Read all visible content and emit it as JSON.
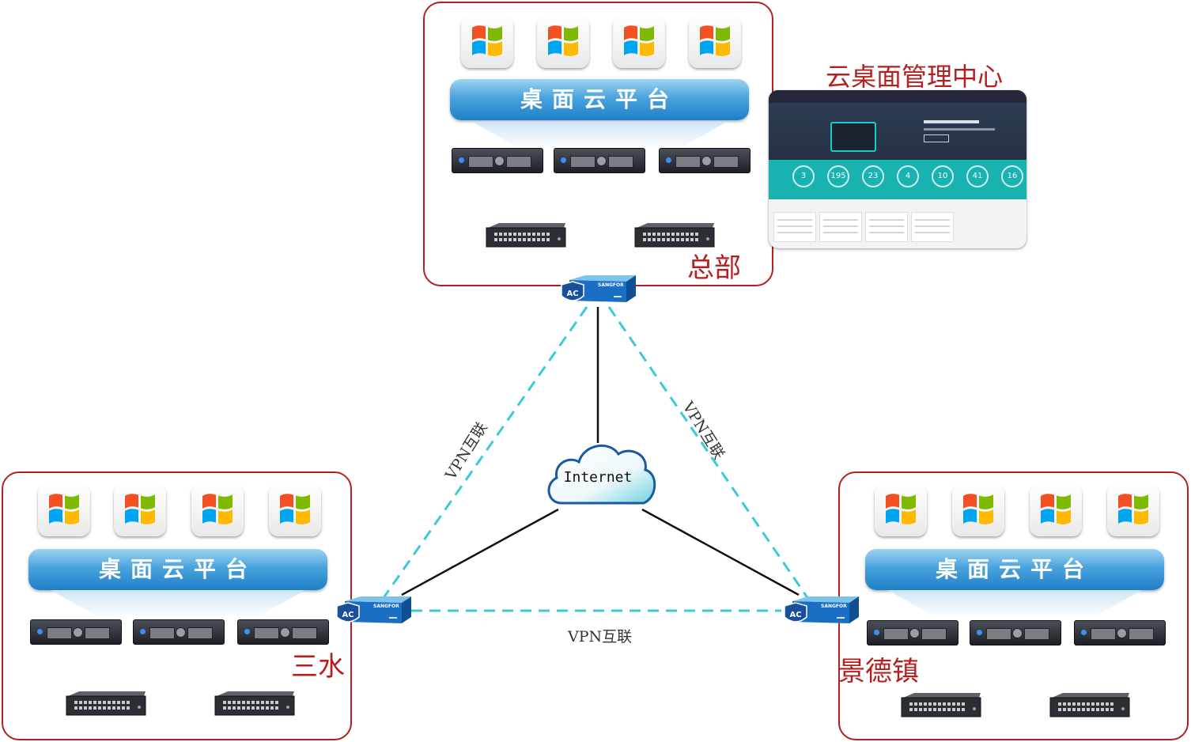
{
  "sites": {
    "hq": {
      "name": "总部",
      "platform": "桌面云平台"
    },
    "sanshui": {
      "name": "三水",
      "platform": "桌面云平台"
    },
    "jingdezhen": {
      "name": "景德镇",
      "platform": "桌面云平台"
    }
  },
  "management_center": {
    "title": "云桌面管理中心",
    "stats": [
      "3",
      "195",
      "23",
      "4",
      "10",
      "41",
      "16"
    ]
  },
  "network": {
    "cloud_label": "Internet",
    "vpn_left": "VPN互联",
    "vpn_right": "VPN互联",
    "vpn_bottom": "VPN互联"
  },
  "device_labels": {
    "ac_badge": "AC",
    "ac_brand": "SANGFOR"
  },
  "colors": {
    "site_border": "#b41f1f",
    "trunk_links": "#1f5fa8",
    "vpn_links": "#3cc9d8",
    "wan_links": "#111111"
  }
}
